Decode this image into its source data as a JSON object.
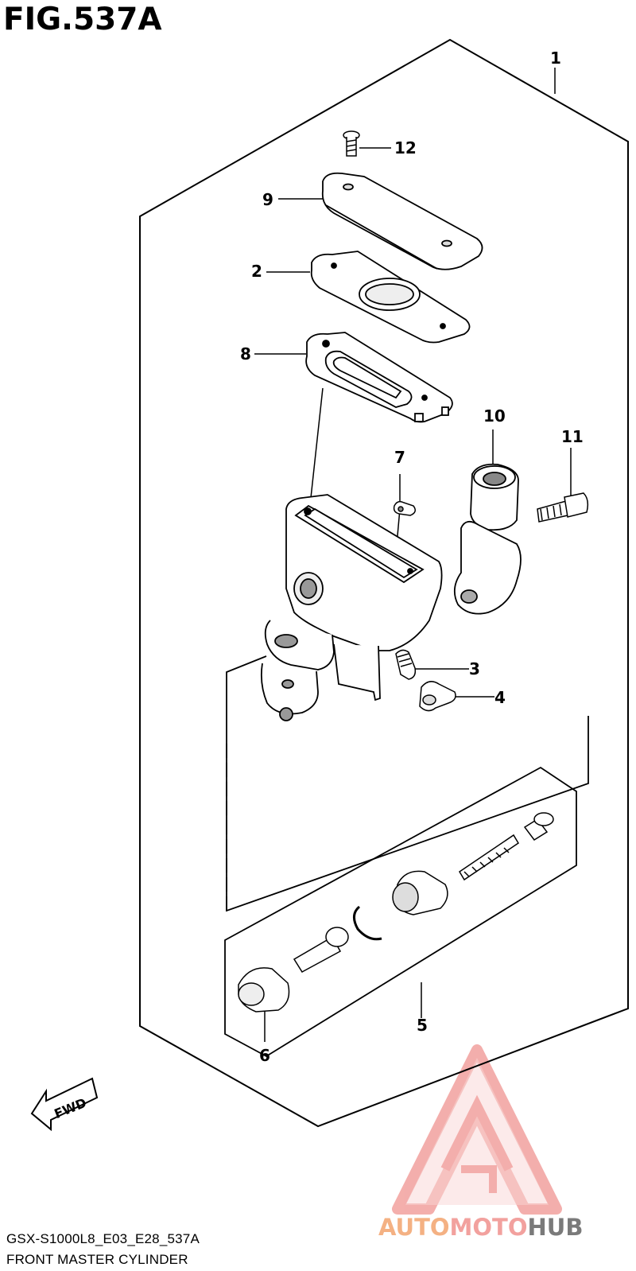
{
  "figure": {
    "title": "FIG.537A"
  },
  "callouts": [
    {
      "id": "c1",
      "label": "1"
    },
    {
      "id": "c2",
      "label": "2"
    },
    {
      "id": "c3",
      "label": "3"
    },
    {
      "id": "c4",
      "label": "4"
    },
    {
      "id": "c5",
      "label": "5"
    },
    {
      "id": "c6",
      "label": "6"
    },
    {
      "id": "c7",
      "label": "7"
    },
    {
      "id": "c8",
      "label": "8"
    },
    {
      "id": "c9",
      "label": "9"
    },
    {
      "id": "c10",
      "label": "10"
    },
    {
      "id": "c11",
      "label": "11"
    },
    {
      "id": "c12",
      "label": "12"
    }
  ],
  "direction_arrow": {
    "label": "FWD"
  },
  "footer": {
    "model_code": "GSX-S1000L8_E03_E28_537A",
    "caption": "FRONT MASTER CYLINDER"
  },
  "watermark": {
    "part1": "AUTO",
    "part2": "MOTO",
    "part3": "HUB",
    "colors": {
      "primary": "#f2a19e",
      "secondary": "#7a7a7a"
    }
  }
}
